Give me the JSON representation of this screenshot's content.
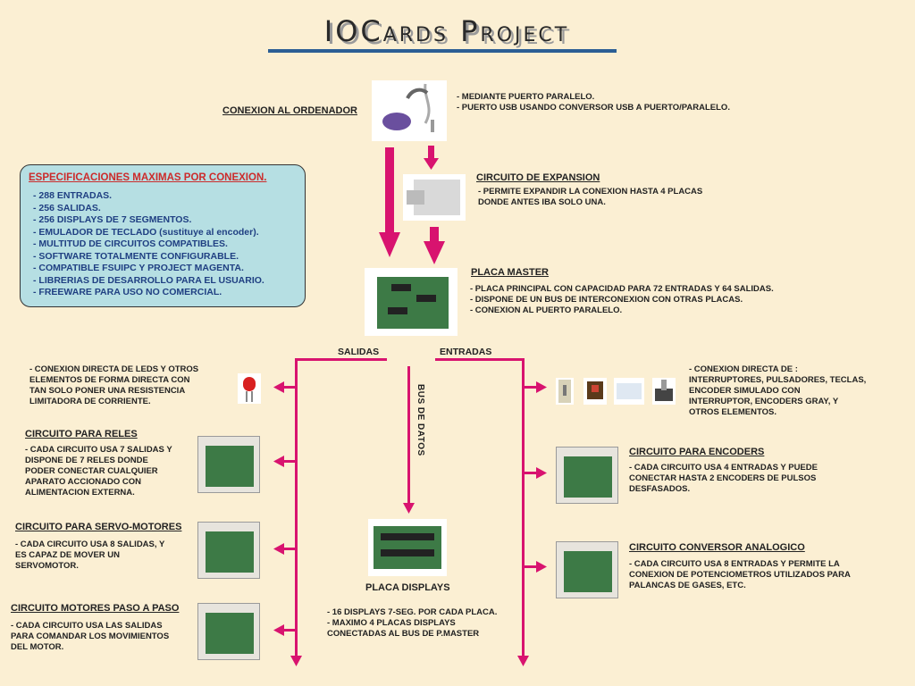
{
  "title": "IOCards Project",
  "connection": {
    "label": "CONEXION AL ORDENADOR",
    "notes": [
      "- MEDIANTE PUERTO PARALELO.",
      "- PUERTO USB USANDO CONVERSOR USB A PUERTO/PARALELO."
    ]
  },
  "specs": {
    "title": "ESPECIFICACIONES MAXIMAS POR CONEXION.",
    "items": [
      "- 288 ENTRADAS.",
      "- 256 SALIDAS.",
      "- 256 DISPLAYS DE 7 SEGMENTOS.",
      "- EMULADOR DE TECLADO (sustituye al encoder).",
      "- MULTITUD DE CIRCUITOS COMPATIBLES.",
      "- SOFTWARE TOTALMENTE CONFIGURABLE.",
      "- COMPATIBLE FSUIPC Y PROJECT MAGENTA.",
      "- LIBRERIAS DE DESARROLLO PARA EL USUARIO.",
      "- FREEWARE PARA USO NO COMERCIAL."
    ]
  },
  "expansion": {
    "label": "CIRCUITO DE EXPANSION",
    "notes": [
      "- PERMITE EXPANDIR LA CONEXION HASTA 4 PLACAS",
      "DONDE ANTES IBA SOLO UNA."
    ]
  },
  "master": {
    "label": "PLACA MASTER",
    "notes": [
      "- PLACA PRINCIPAL CON CAPACIDAD PARA 72 ENTRADAS Y 64 SALIDAS.",
      "- DISPONE DE UN BUS DE INTERCONEXION CON OTRAS PLACAS.",
      "- CONEXION AL PUERTO PARALELO."
    ]
  },
  "salidas_label": "SALIDAS",
  "entradas_label": "ENTRADAS",
  "bus_label": "BUS DE DATOS",
  "leds": {
    "notes": [
      "- CONEXION DIRECTA DE LEDS Y OTROS",
      "ELEMENTOS DE FORMA DIRECTA CON",
      "TAN SOLO PONER UNA RESISTENCIA",
      "LIMITADORA DE CORRIENTE."
    ]
  },
  "inputs": {
    "notes": [
      "- CONEXION DIRECTA DE :",
      "INTERRUPTORES, PULSADORES, TECLAS,",
      "ENCODER SIMULADO CON",
      "INTERRUPTOR, ENCODERS GRAY, Y",
      "OTROS ELEMENTOS."
    ]
  },
  "reles": {
    "label": "CIRCUITO PARA RELES",
    "notes": [
      "- CADA CIRCUITO USA 7 SALIDAS Y",
      "DISPONE DE 7 RELES DONDE",
      "PODER CONECTAR CUALQUIER",
      "APARATO ACCIONADO CON",
      "ALIMENTACION EXTERNA."
    ]
  },
  "servo": {
    "label": "CIRCUITO PARA SERVO-MOTORES",
    "notes": [
      "- CADA CIRCUITO USA 8 SALIDAS, Y",
      "ES CAPAZ DE MOVER UN",
      "SERVOMOTOR."
    ]
  },
  "paso": {
    "label": "CIRCUITO MOTORES PASO A PASO",
    "notes": [
      "- CADA CIRCUITO USA LAS SALIDAS",
      "PARA COMANDAR LOS MOVIMIENTOS",
      "DEL MOTOR."
    ]
  },
  "encoders": {
    "label": "CIRCUITO PARA ENCODERS",
    "notes": [
      "- CADA CIRCUITO USA 4 ENTRADAS Y PUEDE",
      "CONECTAR HASTA 2 ENCODERS DE PULSOS",
      "DESFASADOS."
    ]
  },
  "analog": {
    "label": "CIRCUITO CONVERSOR ANALOGICO",
    "notes": [
      "- CADA CIRCUITO USA 8 ENTRADAS Y PERMITE LA",
      "CONEXION DE POTENCIOMETROS UTILIZADOS PARA",
      "PALANCAS DE GASES, ETC."
    ]
  },
  "displays": {
    "label": "PLACA DISPLAYS",
    "notes": [
      "- 16 DISPLAYS 7-SEG. POR CADA PLACA.",
      "- MAXIMO 4 PLACAS DISPLAYS",
      "CONECTADAS AL BUS DE P.MASTER"
    ]
  },
  "colors": {
    "background": "#fbefd3",
    "arrow": "#d8136f",
    "title_rule": "#2b5e94",
    "spec_box": "#b6dfe3",
    "spec_title": "#cc2b2b",
    "spec_text": "#1f3f82",
    "pcb_green": "#3d7a46"
  }
}
